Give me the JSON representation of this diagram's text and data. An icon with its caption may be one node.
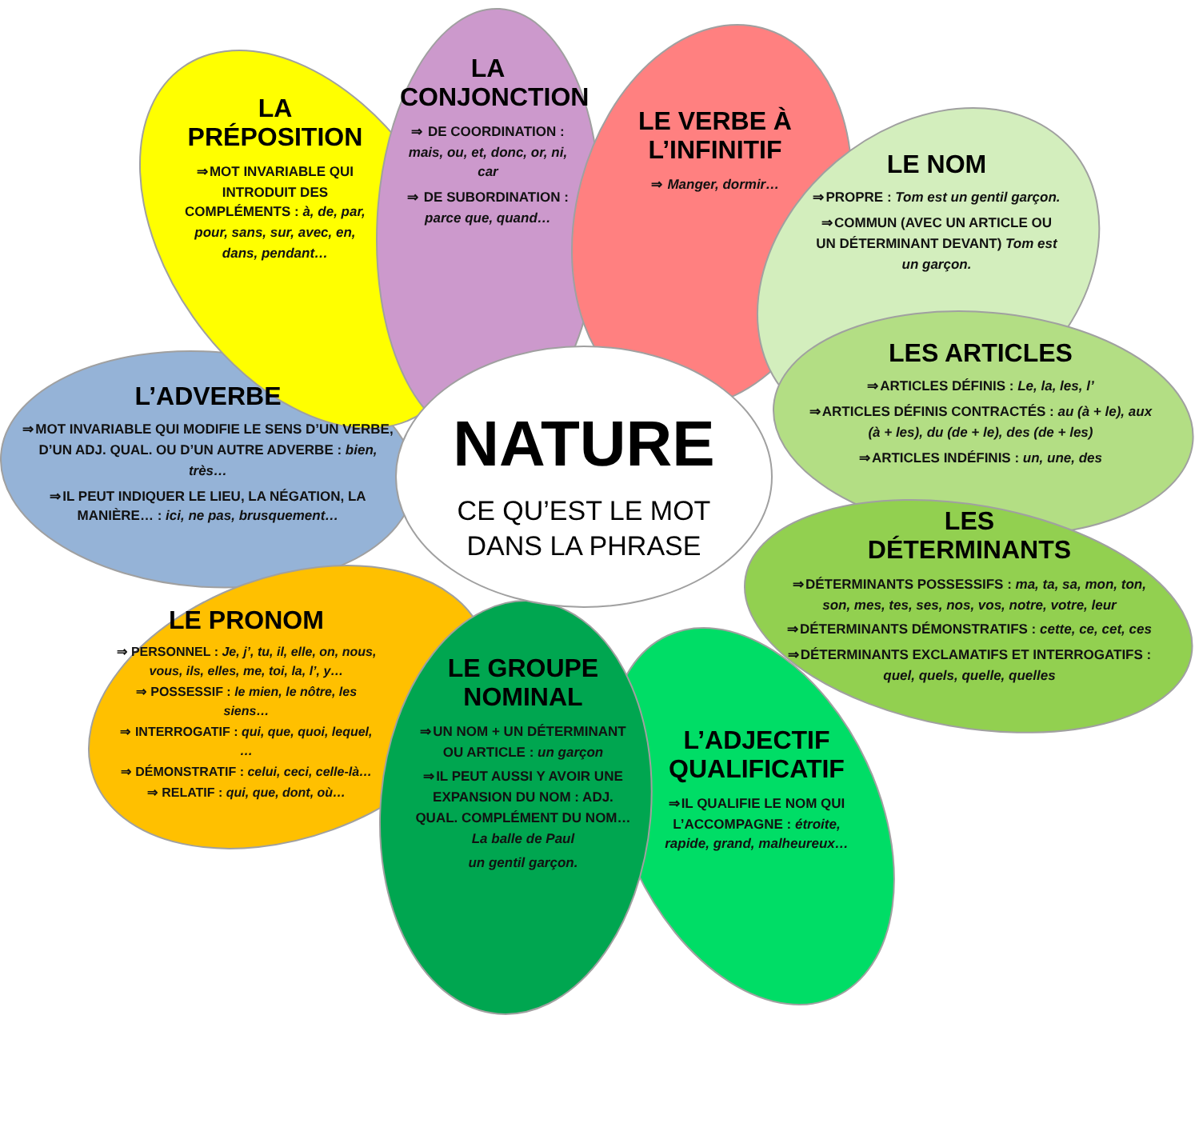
{
  "diagram": {
    "nodes": [
      {
        "text": [
          "NATURE",
          "CE QU’EST LE MOT DANS LA PHRASE"
        ]
      },
      {
        "text": [
          "LA PRÉPOSITION",
          "⇒MOT INVARIABLE QUI INTRODUIT DES COMPLÉMENTS : *à, de, par, pour, sans, sur, avec, en, dans, pendant…*"
        ]
      },
      {
        "text": [
          "LA CONJONCTION",
          "⇒ DE COORDINATION : *mais, ou, et, donc, or, ni, car*",
          "⇒ DE SUBORDINATION : *parce que, quand…*"
        ]
      },
      {
        "text": [
          "LE VERBE À L’INFINITIF",
          "⇒ *Manger, dormir…*"
        ]
      },
      {
        "text": [
          "LE NOM",
          "⇒PROPRE : *Tom est un gentil garçon.*",
          "⇒COMMUN (AVEC UN ARTICLE OU UN DÉTERMINANT DEVANT) *Tom est un garçon.*"
        ]
      },
      {
        "text": [
          "LES ARTICLES",
          "⇒ARTICLES DÉFINIS : *Le, la, les, l’*",
          "⇒ARTICLES DÉFINIS CONTRACTÉS : *au (à + le), aux (à + les), du (de + le), des (de + les)*",
          "⇒ARTICLES INDÉFINIS : *un, une, des*"
        ]
      },
      {
        "text": [
          "LES DÉTERMINANTS",
          "⇒DÉTERMINANTS POSSESSIFS : *ma, ta, sa, mon, ton, son, mes, tes, ses, nos, vos, notre, votre, leur*",
          "⇒DÉTERMINANTS DÉMONSTRATIFS : *cette, ce, cet, ces*",
          "⇒DÉTERMINANTS EXCLAMATIFS ET INTERROGATIFS : *quel, quels, quelle, quelles*"
        ]
      },
      {
        "text": [
          "L’ADJECTIF QUALIFICATIF",
          "⇒IL QUALIFIE LE NOM QUI L’ACCOMPAGNE : *étroite, rapide, grand, malheureux…*"
        ]
      },
      {
        "text": [
          "LE GROUPE NOMINAL",
          "⇒UN NOM + UN DÉTERMINANT OU ARTICLE : *un garçon*",
          "⇒IL PEUT AUSSI Y AVOIR UNE EXPANSION DU NOM : ADJ. QUAL. COMPLÉMENT DU NOM… *La balle de Paul*",
          "*un gentil garçon.*"
        ]
      },
      {
        "text": [
          "LE PRONOM",
          "⇒ PERSONNEL : *Je, j’, tu, il, elle, on, nous, vous, ils, elles, me, toi, la, l’, y…*",
          "⇒ POSSESSIF : *le mien, le nôtre, les siens…*",
          "⇒ INTERROGATIF : *qui, que, quoi, lequel, …*",
          "⇒ DÉMONSTRATIF : *celui, ceci, celle-là…*",
          "⇒ RELATIF : *qui, que, dont, où…*"
        ]
      },
      {
        "text": [
          "L’ADVERBE",
          "⇒MOT INVARIABLE QUI MODIFIE LE SENS D’UN VERBE, D’UN ADJ. QUAL. OU D’UN AUTRE ADVERBE : *bien, très…*",
          "⇒IL PEUT INDIQUER LE LIEU, LA NÉGATION, LA MANIÈRE… : *ici, ne pas, brusquement…*"
        ]
      }
    ]
  }
}
